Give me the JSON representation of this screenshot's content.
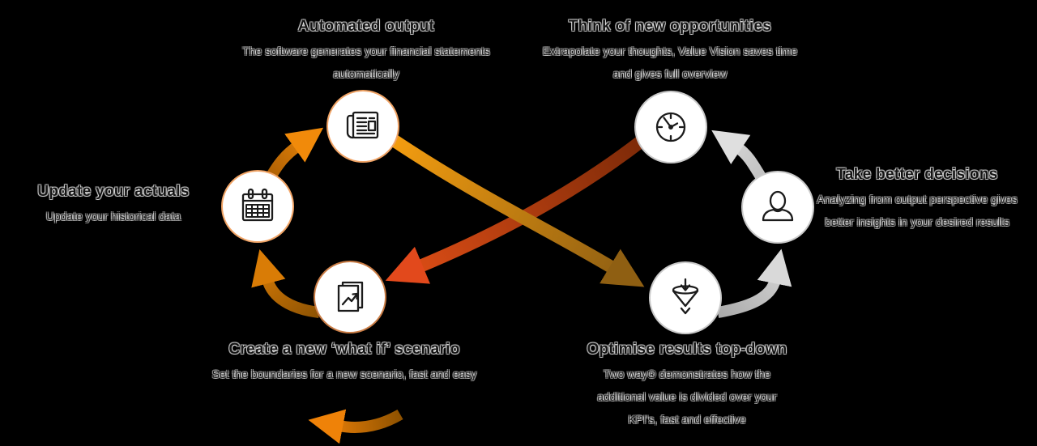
{
  "diagram": {
    "title_hint": "figure-eight process loop",
    "nodes": [
      {
        "id": "automated-output",
        "title": "Automated output",
        "description": "The software generates your financial statements automatically",
        "icon": "newspaper-icon"
      },
      {
        "id": "think-of-new-opportunities",
        "title": "Think of new opportunities",
        "description": "Extrapolate your thoughts, Value Vision saves time and gives full overview",
        "icon": "clock-icon"
      },
      {
        "id": "update-your-actuals",
        "title": "Update your actuals",
        "description": "Update your historical data",
        "icon": "calendar-icon"
      },
      {
        "id": "take-better-decisions",
        "title": "Take better decisions",
        "description": "Analyzing from output perspective gives better insights in your desired results",
        "icon": "person-icon"
      },
      {
        "id": "create-what-if-scenario",
        "title": "Create a new ‘what if’ scenario",
        "description": "Set the boundaries for a new scenario, fast and easy",
        "icon": "report-chart-icon"
      },
      {
        "id": "optimise-results-top-down",
        "title": "Optimise results top-down",
        "description": "Two way® demonstrates how the additional value is divided over your KPI's, fast and effective",
        "icon": "funnel-icon"
      }
    ],
    "colors": {
      "background": "#000000",
      "left_loop_orange_bright": "#f18a0a",
      "left_loop_orange_dark": "#a85c03",
      "cross_orange_start": "#f49d10",
      "cross_brown_end": "#8a5c12",
      "cross_darkred_start": "#7d2a08",
      "cross_red_end": "#e04e16",
      "right_loop_gray_light": "#dedede",
      "right_loop_gray_dark": "#ababab",
      "circle_border_left": "#f0a365",
      "circle_border_left_dark": "#c97c45",
      "circle_border_right": "#c9c9c9",
      "icon_stroke": "#1b1b1b",
      "text": "#141414"
    }
  }
}
